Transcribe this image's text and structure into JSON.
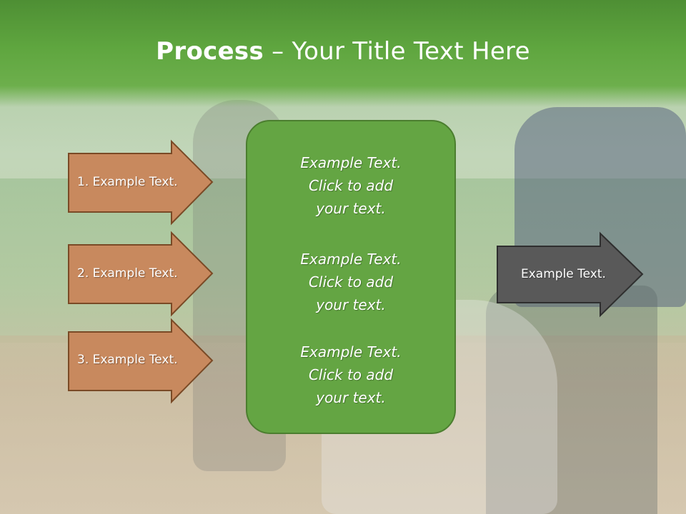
{
  "title": {
    "bold": "Process",
    "rest": " – Your Title Text Here"
  },
  "left_arrows": [
    {
      "label": "1. Example Text."
    },
    {
      "label": "2. Example Text."
    },
    {
      "label": "3. Example Text."
    }
  ],
  "center_items": [
    {
      "line1": "Example Text.",
      "line2": "Click  to add",
      "line3": "your text."
    },
    {
      "line1": "Example Text.",
      "line2": "Click  to add",
      "line3": "your text."
    },
    {
      "line1": "Example Text.",
      "line2": "Click  to add",
      "line3": "your text."
    }
  ],
  "right_arrow": {
    "label": "Example Text."
  },
  "colors": {
    "title_bar": "#5fa63f",
    "left_arrow_fill": "#c8895e",
    "left_arrow_stroke": "#7a4a26",
    "center_box": "#64a543",
    "right_arrow_fill": "#595959",
    "right_arrow_stroke": "#2f2f2f"
  }
}
